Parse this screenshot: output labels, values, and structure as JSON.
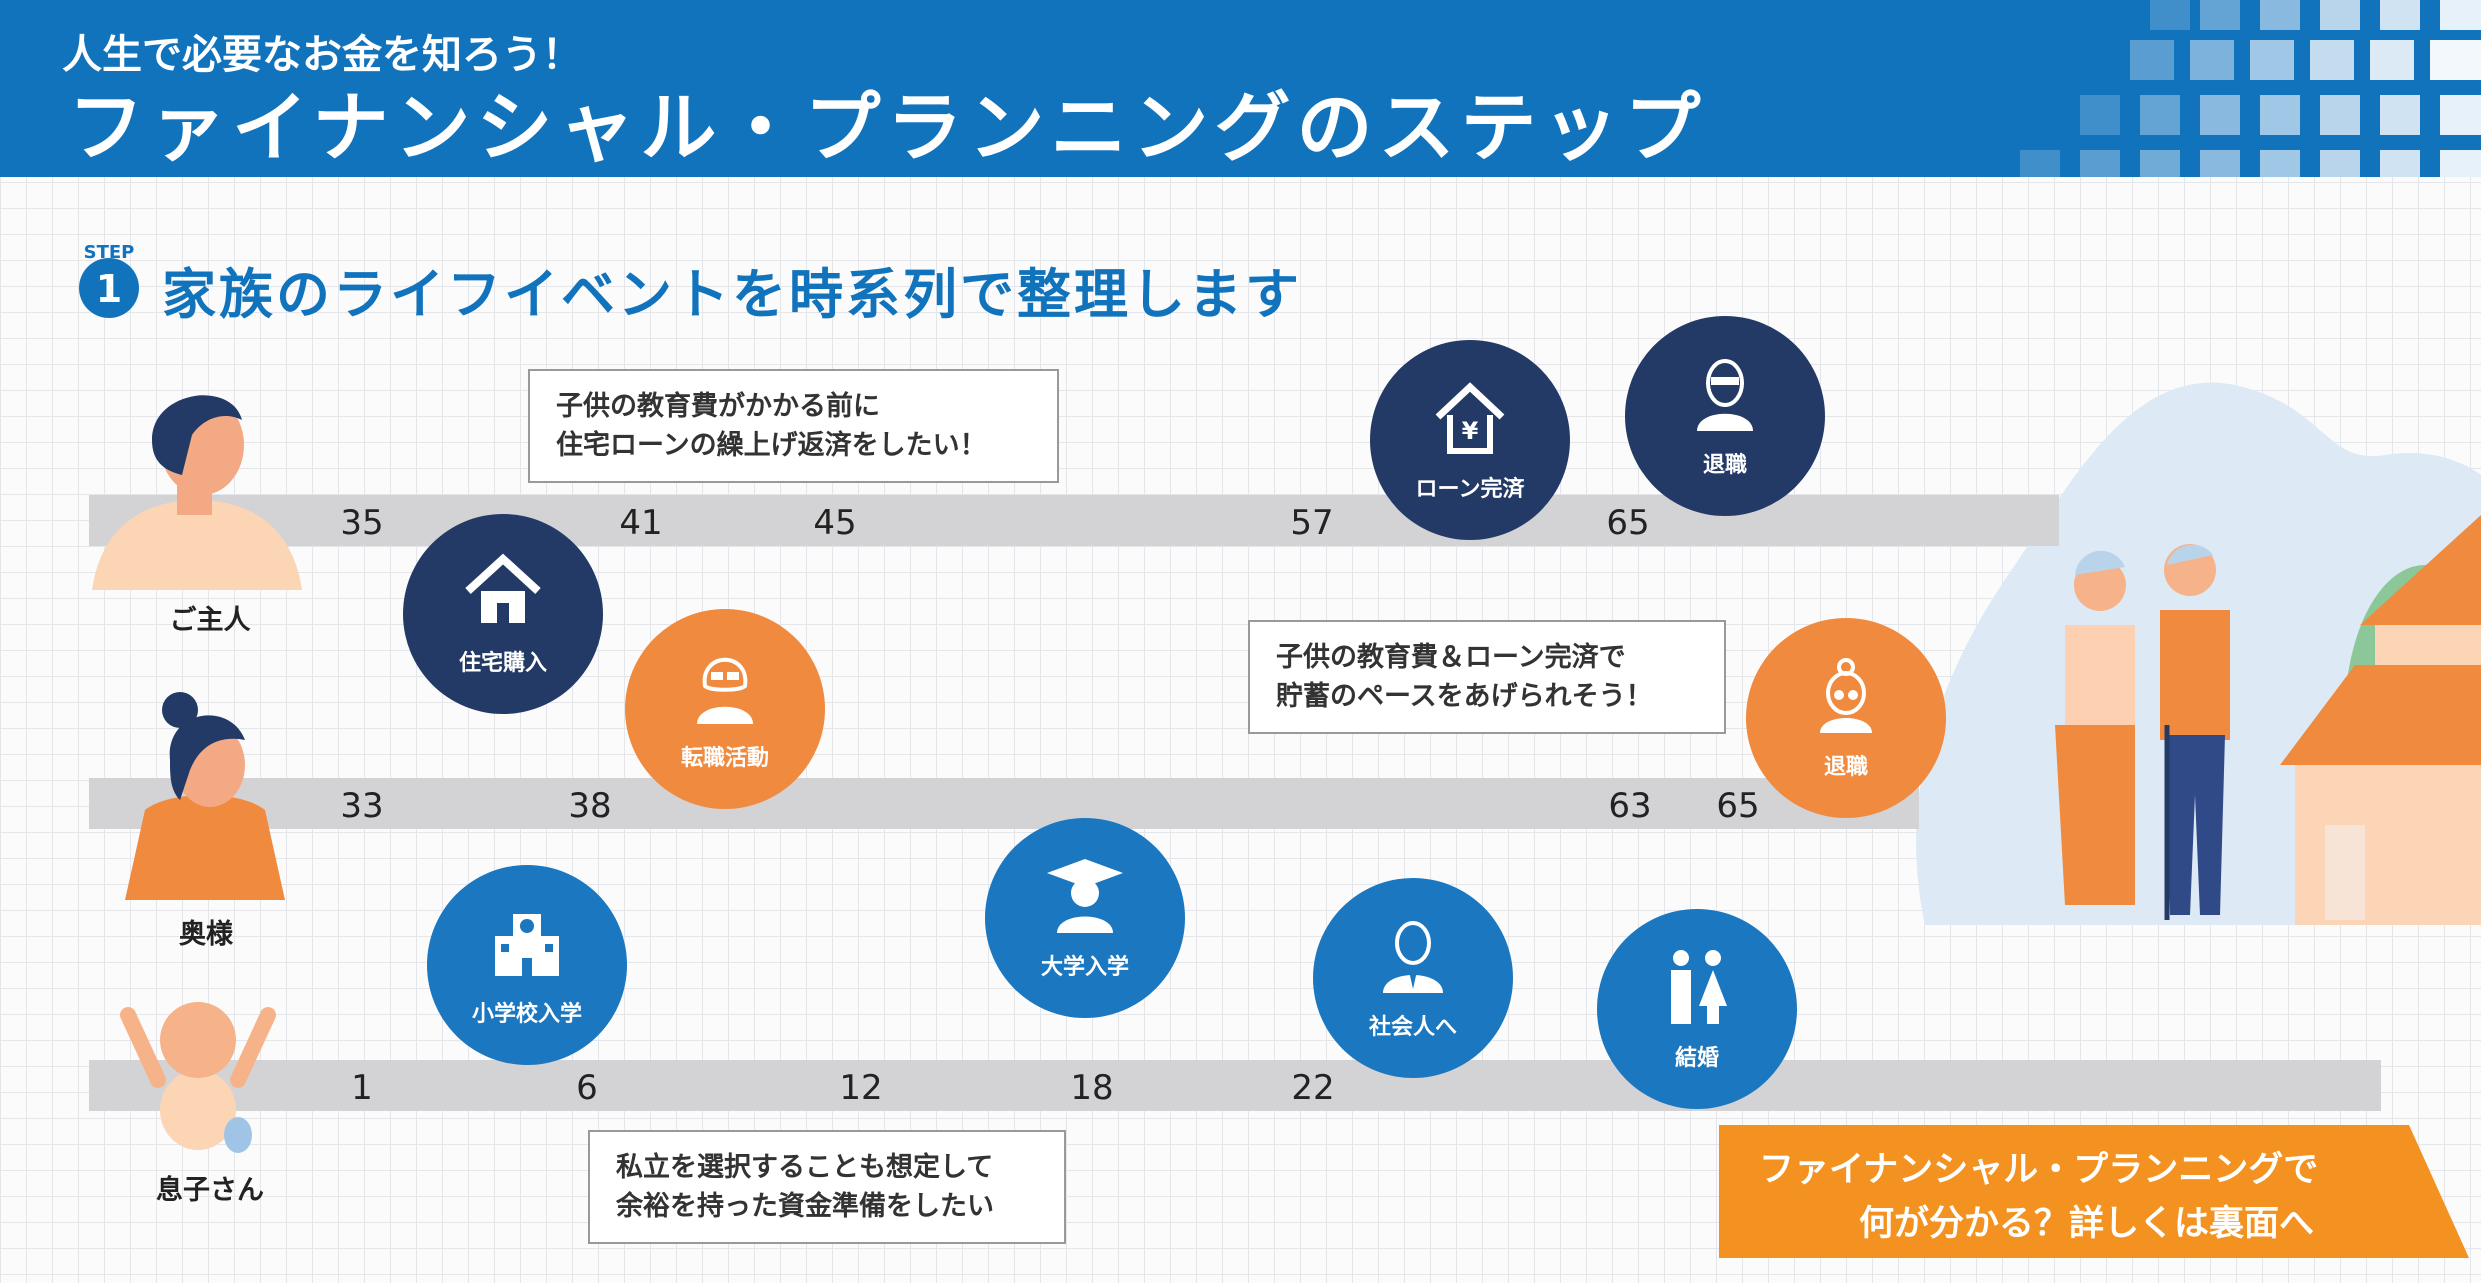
{
  "header": {
    "subtitle": "人生で必要なお金を知ろう！",
    "title": "ファイナンシャル・プランニングのステップ"
  },
  "step": {
    "badge_label": "STEP",
    "badge_number": "1",
    "title": "家族のライフイベントを時系列で整理します"
  },
  "people": [
    {
      "label": "ご主人"
    },
    {
      "label": "奥様"
    },
    {
      "label": "息子さん"
    }
  ],
  "timelines": {
    "husband": {
      "ages": [
        "35",
        "41",
        "45",
        "57",
        "65"
      ]
    },
    "wife": {
      "ages": [
        "33",
        "38",
        "63",
        "65"
      ]
    },
    "son": {
      "ages": [
        "1",
        "6",
        "12",
        "18",
        "22"
      ]
    }
  },
  "events": [
    {
      "label": "住宅購入",
      "icon": "house-icon",
      "color": "#233a66"
    },
    {
      "label": "転職活動",
      "icon": "woman-glasses-icon",
      "color": "#f08a3e"
    },
    {
      "label": "ローン完済",
      "icon": "house-yen-icon",
      "color": "#233a66"
    },
    {
      "label": "退職",
      "icon": "old-man-icon",
      "color": "#233a66"
    },
    {
      "label": "退職",
      "icon": "old-woman-icon",
      "color": "#f08a3e"
    },
    {
      "label": "小学校入学",
      "icon": "school-icon",
      "color": "#1a77c0"
    },
    {
      "label": "大学入学",
      "icon": "graduate-icon",
      "color": "#1a77c0"
    },
    {
      "label": "社会人へ",
      "icon": "businessman-icon",
      "color": "#1a77c0"
    },
    {
      "label": "結婚",
      "icon": "couple-icon",
      "color": "#1a77c0"
    }
  ],
  "notes": [
    {
      "line1": "子供の教育費がかかる前に",
      "line2": "住宅ローンの繰上げ返済をしたい！"
    },
    {
      "line1": "子供の教育費＆ローン完済で",
      "line2": "貯蓄のペースをあげられそう！"
    },
    {
      "line1": "私立を選択することも想定して",
      "line2": "余裕を持った資金準備をしたい"
    }
  ],
  "banner": {
    "line1": "ファイナンシャル・プランニングで",
    "line2": "何が分かる？詳しくは裏面へ"
  }
}
